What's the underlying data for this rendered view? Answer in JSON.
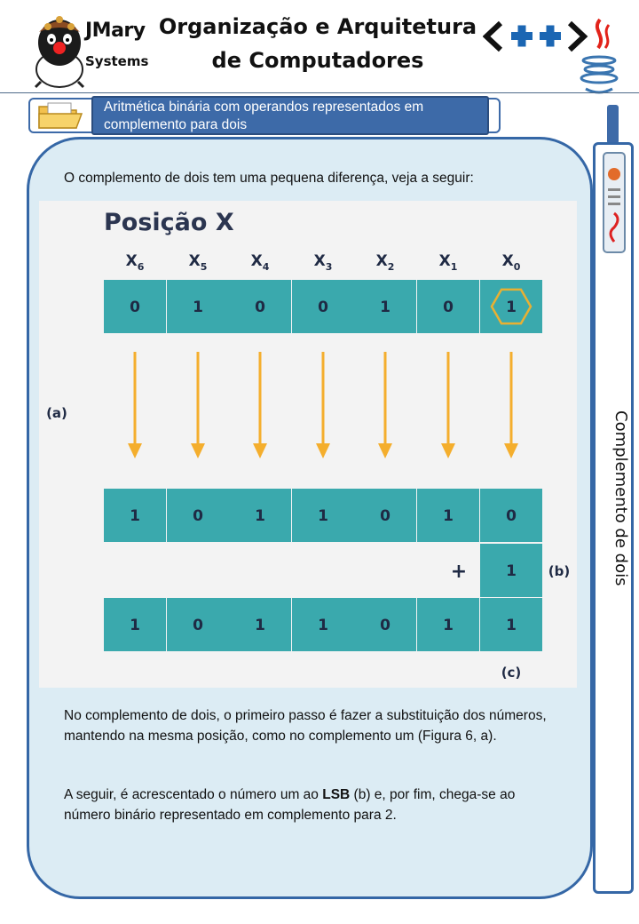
{
  "brand": {
    "name_line1": "JMary",
    "name_line2": "Systems"
  },
  "header": {
    "title_line1": "Organização e Arquitetura",
    "title_line2": "de Computadores"
  },
  "topic": {
    "line1": "Aritmética binária com operandos representados em",
    "line2": "complemento para dois"
  },
  "intro_text": "O complemento de dois tem uma pequena diferença, veja a seguir:",
  "figure": {
    "title": "Posição X",
    "positions": [
      "6",
      "5",
      "4",
      "3",
      "2",
      "1",
      "0"
    ],
    "position_letter": "X",
    "original_bits": [
      "0",
      "1",
      "0",
      "0",
      "1",
      "0",
      "1"
    ],
    "inverted_bits": [
      "1",
      "0",
      "1",
      "1",
      "0",
      "1",
      "0"
    ],
    "plus_sign": "+",
    "added_bit": "1",
    "result_bits": [
      "1",
      "0",
      "1",
      "1",
      "0",
      "1",
      "1"
    ],
    "label_a": "(a)",
    "label_b": "(b)",
    "label_c": "(c)",
    "colors": {
      "cell": "#3aa9ad",
      "arrow": "#f4ae2d",
      "highlight": "#e9b032",
      "title": "#2b3550"
    }
  },
  "paragraph1": "No complemento de dois, o primeiro passo é fazer a substituição dos números, mantendo na mesma posição, como no complemento um (Figura 6, a).",
  "paragraph2": {
    "before": "A seguir, é acrescentado o número um ao ",
    "bold": "LSB",
    "after": " (b) e, por fim, chega-se ao número binário representado em complemento para 2."
  },
  "side_label": "Complemento de dois",
  "icons": [
    "mascot-logo",
    "cpp-logo",
    "java-logo",
    "folder-icon",
    "newspaper-icon"
  ]
}
